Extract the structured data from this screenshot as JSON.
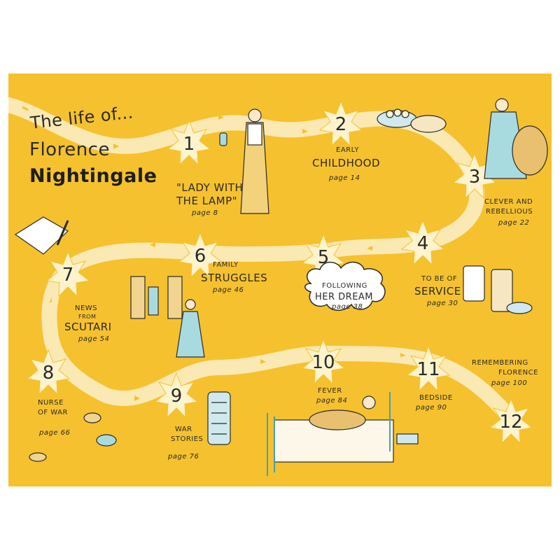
{
  "title": {
    "line1": "The life of...",
    "line2": "Florence",
    "line3": "Nightingale"
  },
  "colors": {
    "background": "#f6c12e",
    "path": "#fbe9b4",
    "star": "#fdf3cc",
    "ink": "#2a2a2a",
    "accent": "#8ecfd8"
  },
  "stops": [
    {
      "number": "1",
      "label_a": "\"LADY WITH",
      "label_b": "THE LAMP\"",
      "page": "page 8"
    },
    {
      "number": "2",
      "label_a": "EARLY",
      "label_b": "CHILDHOOD",
      "page": "page 14"
    },
    {
      "number": "3",
      "label_a": "CLEVER AND",
      "label_b": "REBELLIOUS",
      "page": "page 22"
    },
    {
      "number": "4",
      "label_a": "TO BE OF",
      "label_b": "SERVICE",
      "page": "page 30"
    },
    {
      "number": "5",
      "label_a": "FOLLOWING",
      "label_b": "HER DREAM",
      "page": "page 38"
    },
    {
      "number": "6",
      "label_a": "FAMILY",
      "label_b": "STRUGGLES",
      "page": "page 46"
    },
    {
      "number": "7",
      "label_a": "NEWS",
      "label_c": "FROM",
      "label_b": "SCUTARI",
      "page": "page 54"
    },
    {
      "number": "8",
      "label_a": "NURSE",
      "label_c": "OF WAR",
      "page": "page 66"
    },
    {
      "number": "9",
      "label_a": "WAR",
      "label_b": "STORIES",
      "page": "page 76"
    },
    {
      "number": "10",
      "label_a": "FEVER",
      "page": "page 84"
    },
    {
      "number": "11",
      "label_a": "BEDSIDE",
      "page": "page 90"
    },
    {
      "number": "12",
      "label_a": "REMEMBERING",
      "label_b": "FLORENCE",
      "page": "page 100"
    }
  ]
}
